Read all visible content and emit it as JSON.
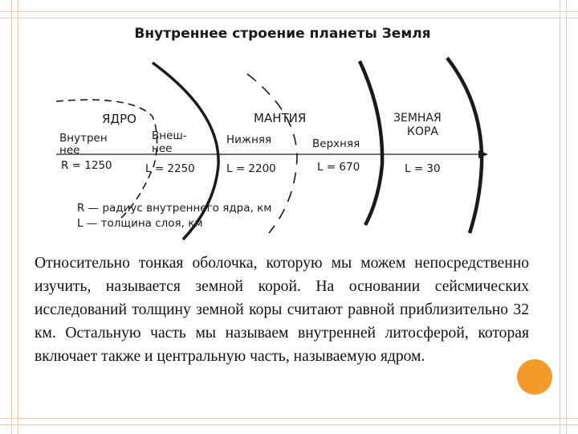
{
  "diagram": {
    "title": "Внутреннее строение планеты Земля",
    "regions": {
      "core": "ЯДРО",
      "mantle": "МАНТИЯ",
      "crust_line1": "ЗЕМНАЯ",
      "crust_line2": "КОРА"
    },
    "layers": {
      "inner_core": {
        "name_line1": "Внутрен",
        "name_line2": "нее",
        "value": "R = 1250"
      },
      "outer_core": {
        "name_line1": "Внеш-",
        "name_line2": "нее",
        "value": "L = 2250"
      },
      "lower_mantle": {
        "name": "Нижняя",
        "value": "L = 2200"
      },
      "upper_mantle": {
        "name": "Верхняя",
        "value": "L = 670"
      },
      "crust": {
        "value": "L = 30"
      }
    },
    "legend": [
      "R — радиус внутреннего ядра, км",
      "L — толщина слоя, км"
    ]
  },
  "paragraph": "Относительно тонкая оболочка, которую мы можем непосредственно изучить, называется земной корой. На основании сейсмических исследований толщину земной коры считают равной приблизительно 32 км. Остальную часть мы называем внутренней литосферой, которая включает также и центральную часть, называемую ядром.",
  "colors": {
    "accent_dot": "#f39a2b",
    "frame": "#e7c9b6",
    "ink": "#1a1a1a"
  }
}
